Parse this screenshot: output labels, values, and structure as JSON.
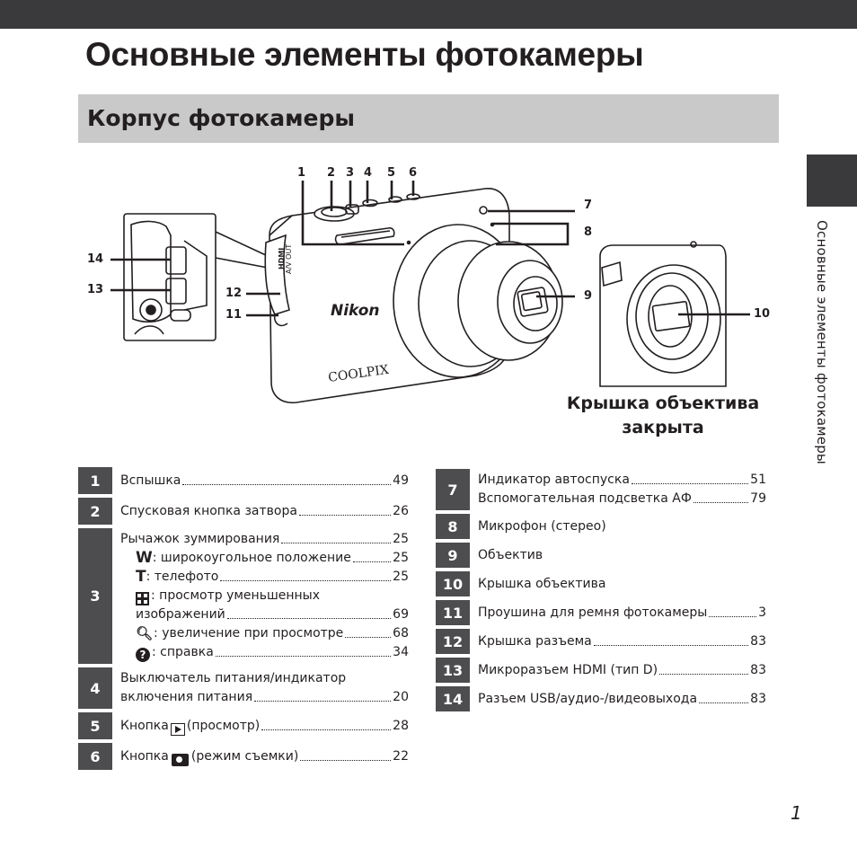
{
  "page": {
    "title": "Основные элементы фотокамеры",
    "section": "Корпус фотокамеры",
    "side_label": "Основные элементы фотокамеры",
    "page_number": "1"
  },
  "figure": {
    "callouts_top": [
      "1",
      "2",
      "3",
      "4",
      "5",
      "6"
    ],
    "callouts_right": [
      "7",
      "8",
      "9"
    ],
    "callouts_left": [
      "14",
      "13",
      "12",
      "11"
    ],
    "callout_closed": "10",
    "closed_caption": "Крышка объектива закрыта",
    "brand_text": "Nikon",
    "model_text": "COOLPIX",
    "port_text": "A/V OUT",
    "hdmi_text": "HDMI"
  },
  "left_table": [
    {
      "num": "1",
      "lines": [
        {
          "text": "Вспышка",
          "page": "49"
        }
      ]
    },
    {
      "num": "2",
      "lines": [
        {
          "text": "Спусковая кнопка затвора",
          "page": "26"
        }
      ]
    },
    {
      "num": "3",
      "lines": [
        {
          "text": "Рычажок зуммирования",
          "page": "25"
        },
        {
          "icon": "W",
          "text": ": широкоугольное положение",
          "page": "25",
          "indent": true
        },
        {
          "icon": "T",
          "text": ": телефото",
          "page": "25",
          "indent": true
        },
        {
          "icon": "thumbnail-icon",
          "text": ": просмотр уменьшенных",
          "page": "",
          "indent": true
        },
        {
          "text": "изображений",
          "page": "69",
          "indent": true
        },
        {
          "icon": "magnify-icon",
          "text": ": увеличение при просмотре",
          "page": "68",
          "indent": true
        },
        {
          "icon": "help-icon",
          "text": ": справка",
          "page": "34",
          "indent": true
        }
      ]
    },
    {
      "num": "4",
      "lines": [
        {
          "text": "Выключатель питания/индикатор",
          "page": ""
        },
        {
          "text": "включения питания",
          "page": "20"
        }
      ]
    },
    {
      "num": "5",
      "lines": [
        {
          "text": "Кнопка",
          "icon": "play-icon",
          "text2": "(просмотр)",
          "page": "28"
        }
      ]
    },
    {
      "num": "6",
      "lines": [
        {
          "text": "Кнопка",
          "icon": "camera-icon",
          "text2": "(режим съемки)",
          "page": "22"
        }
      ]
    }
  ],
  "right_table": [
    {
      "num": "7",
      "lines": [
        {
          "text": "Индикатор автоспуска",
          "page": "51"
        },
        {
          "text": "Вспомогательная подсветка АФ",
          "page": "79"
        }
      ]
    },
    {
      "num": "8",
      "lines": [
        {
          "text": "Микрофон (стерео)",
          "page": ""
        }
      ]
    },
    {
      "num": "9",
      "lines": [
        {
          "text": "Объектив",
          "page": ""
        }
      ]
    },
    {
      "num": "10",
      "lines": [
        {
          "text": "Крышка объектива",
          "page": ""
        }
      ]
    },
    {
      "num": "11",
      "lines": [
        {
          "text": "Проушина для ремня фотокамеры",
          "page": "3"
        }
      ]
    },
    {
      "num": "12",
      "lines": [
        {
          "text": "Крышка разъема",
          "page": "83"
        }
      ]
    },
    {
      "num": "13",
      "lines": [
        {
          "text": "Микроразъем HDMI (тип D)",
          "page": "83"
        }
      ]
    },
    {
      "num": "14",
      "lines": [
        {
          "text": "Разъем USB/аудио-/видеовыхода",
          "page": "83"
        }
      ]
    }
  ]
}
